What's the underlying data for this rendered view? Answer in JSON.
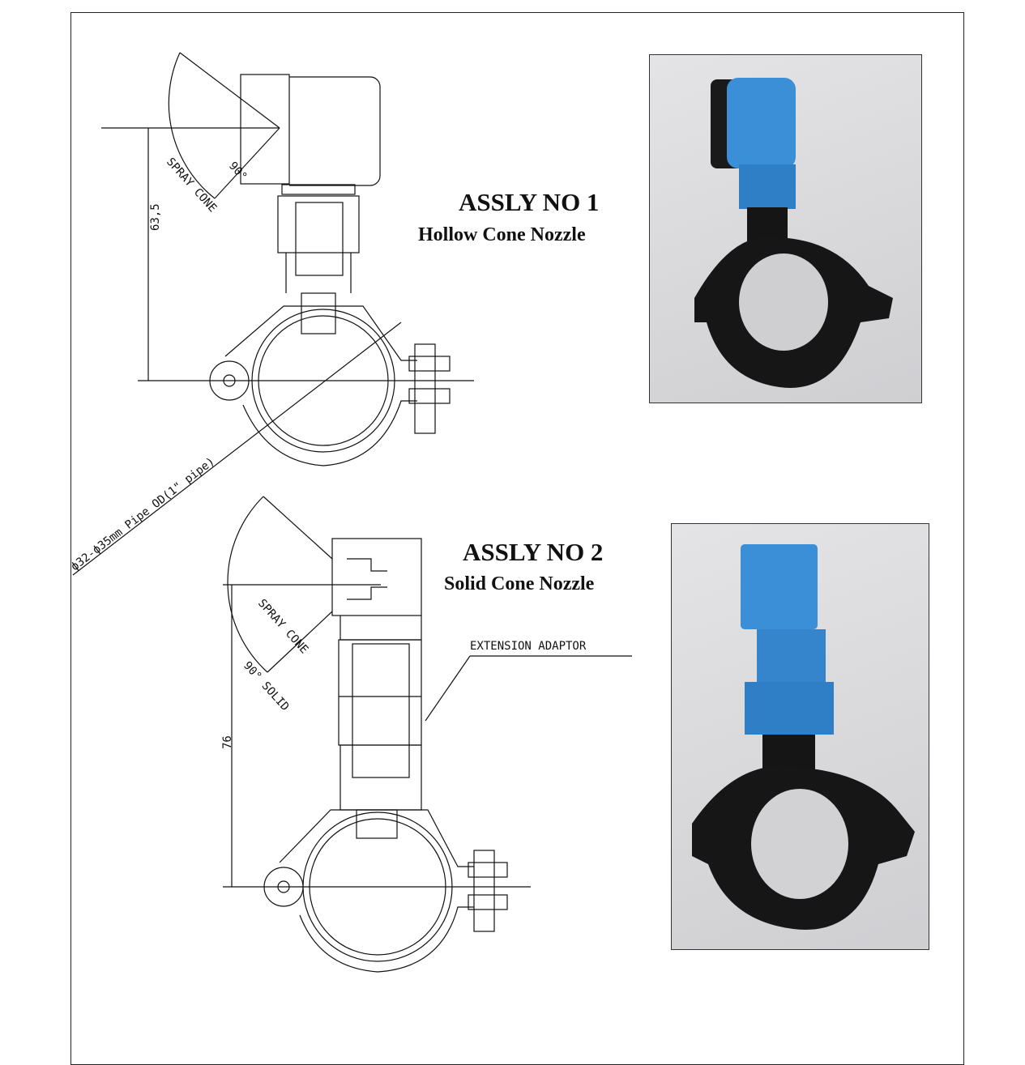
{
  "assemblies": [
    {
      "title": "ASSLY NO 1",
      "subtitle": "Hollow Cone Nozzle",
      "dimension": "63,5",
      "spray_label": [
        "SPRAY CONE",
        "90°"
      ],
      "pipe_label": "ϕ32-ϕ35mm Pipe OD(1\" pipe)",
      "photo": {
        "nozzle_color": "#3a8fd6",
        "clamp_color": "#161616"
      }
    },
    {
      "title": "ASSLY NO 2",
      "subtitle": "Solid Cone Nozzle",
      "dimension": "76",
      "spray_label": [
        "SPRAY CONE",
        "90° SOLID"
      ],
      "callout": "EXTENSION ADAPTOR",
      "photo": {
        "nozzle_color": "#3a8fd6",
        "clamp_color": "#161616"
      }
    }
  ]
}
